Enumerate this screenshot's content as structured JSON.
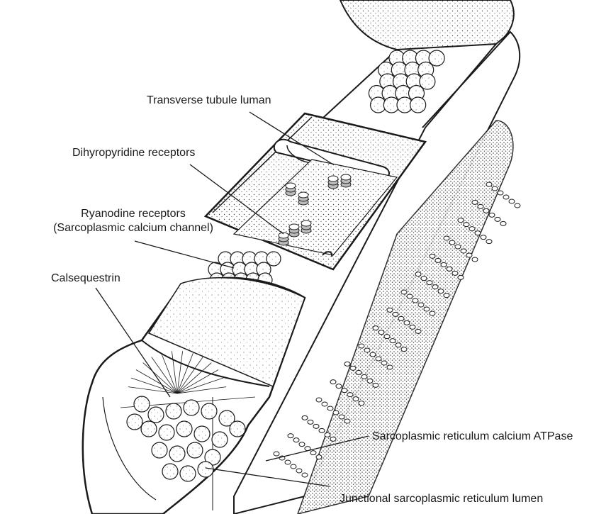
{
  "labels": {
    "transverse_tubule_lumen": "Transverse tubule luman",
    "dihydropyridine_receptors": "Dihyropyridine receptors",
    "ryanodine_line1": "Ryanodine receptors",
    "ryanodine_line2": "(Sarcoplasmic calcium channel)",
    "calsequestrin": "Calsequestrin",
    "serca": "Sarcoplasmic reticulum calcium ATPase",
    "junctional_sr_lumen": "Junctional sarcoplasmic reticulum lumen"
  },
  "colors": {
    "ink": "#1a1a1a",
    "paper": "#ffffff",
    "stipple": "#3a3a3a"
  }
}
